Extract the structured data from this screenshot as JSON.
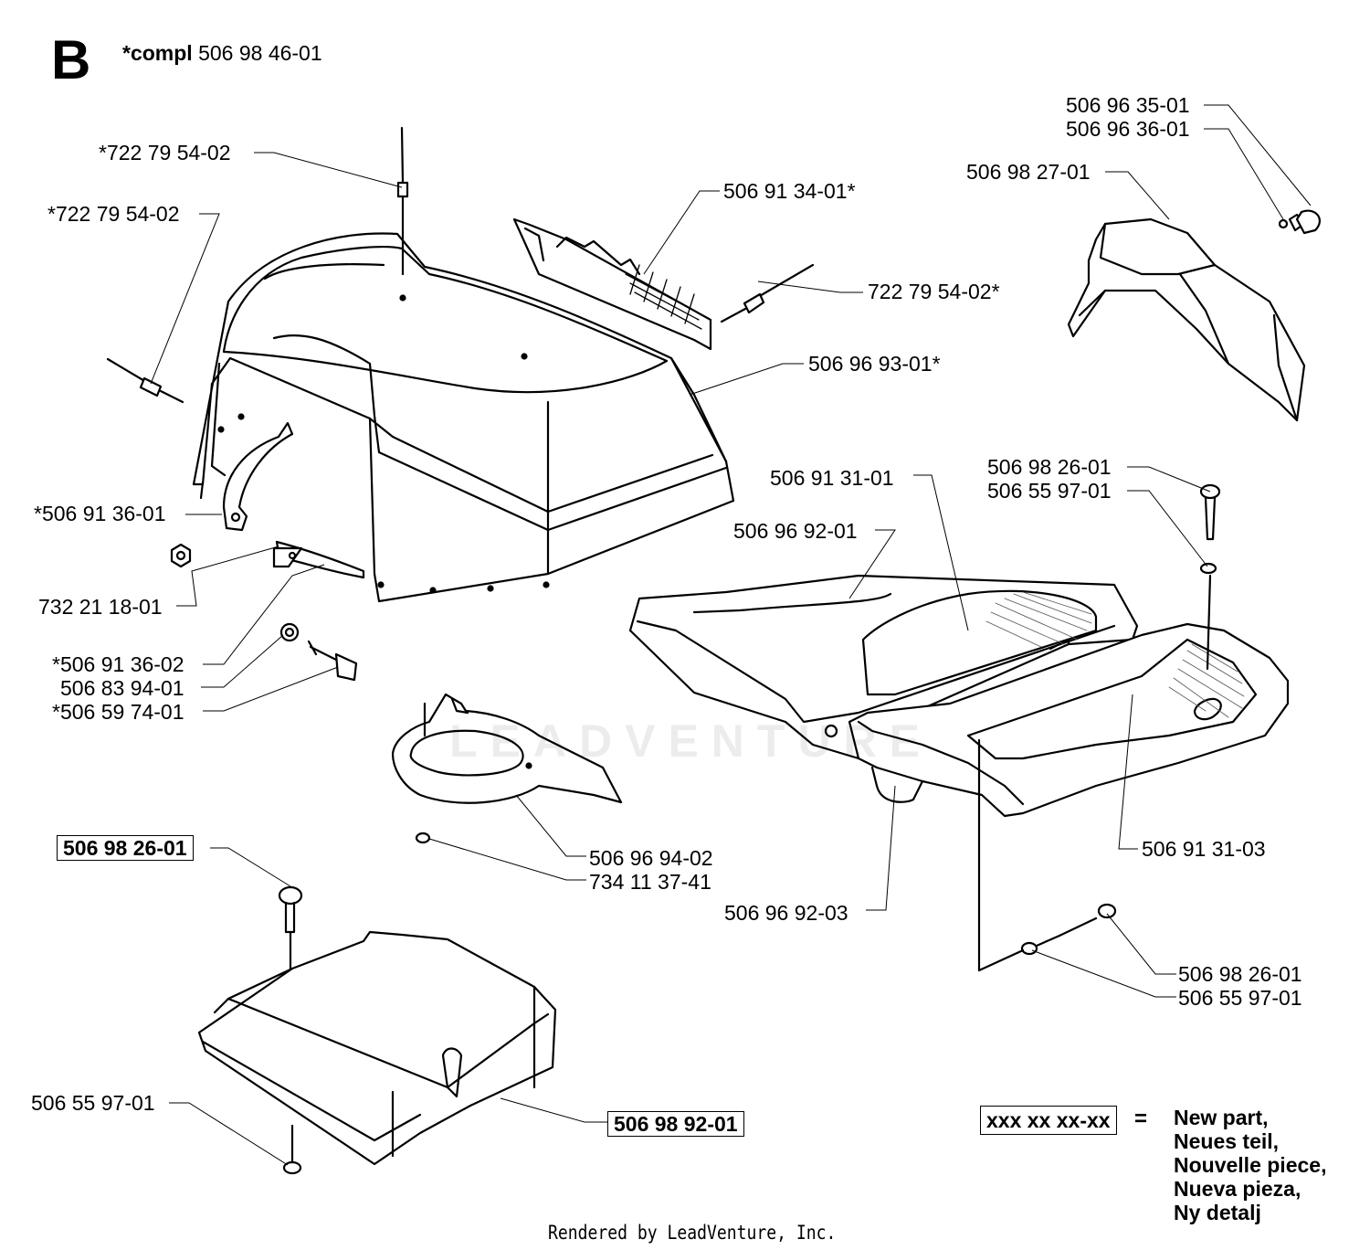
{
  "section_letter": "B",
  "complete_assembly": {
    "prefix": "*compl",
    "number": "506 98 46-01"
  },
  "labels": {
    "l01": "506 96 35-01",
    "l02": "506 96 36-01",
    "l03": "506 98 27-01",
    "l04": "*722 79 54-02",
    "l05": "*722 79 54-02",
    "l06": "506 91 34-01*",
    "l07": "722 79 54-02*",
    "l08": "506 96 93-01*",
    "l09": "*506 91 36-01",
    "l10": "732 21 18-01",
    "l11": "*506 91 36-02",
    "l12": "506 83 94-01",
    "l13": "*506 59 74-01",
    "l14": "506 91 31-01",
    "l15": "506 96 92-01",
    "l16": "506 98 26-01",
    "l17": "506 55 97-01",
    "l18": "506 98 26-01",
    "l19": "506 96 94-02",
    "l20": "734 11 37-41",
    "l21": "506 96 92-03",
    "l22": "506 91 31-03",
    "l23": "506 98 26-01",
    "l24": "506 55 97-01",
    "l25": "506 55 97-01",
    "l26": "506 98 92-01"
  },
  "legend": {
    "key": "xxx xx xx-xx",
    "equals": "=",
    "lines": [
      "New part,",
      "Neues teil,",
      "Nouvelle piece,",
      "Nueva pieza,",
      "Ny detalj"
    ]
  },
  "watermark": "LEADVENTURE",
  "footer": "Rendered by LeadVenture, Inc."
}
